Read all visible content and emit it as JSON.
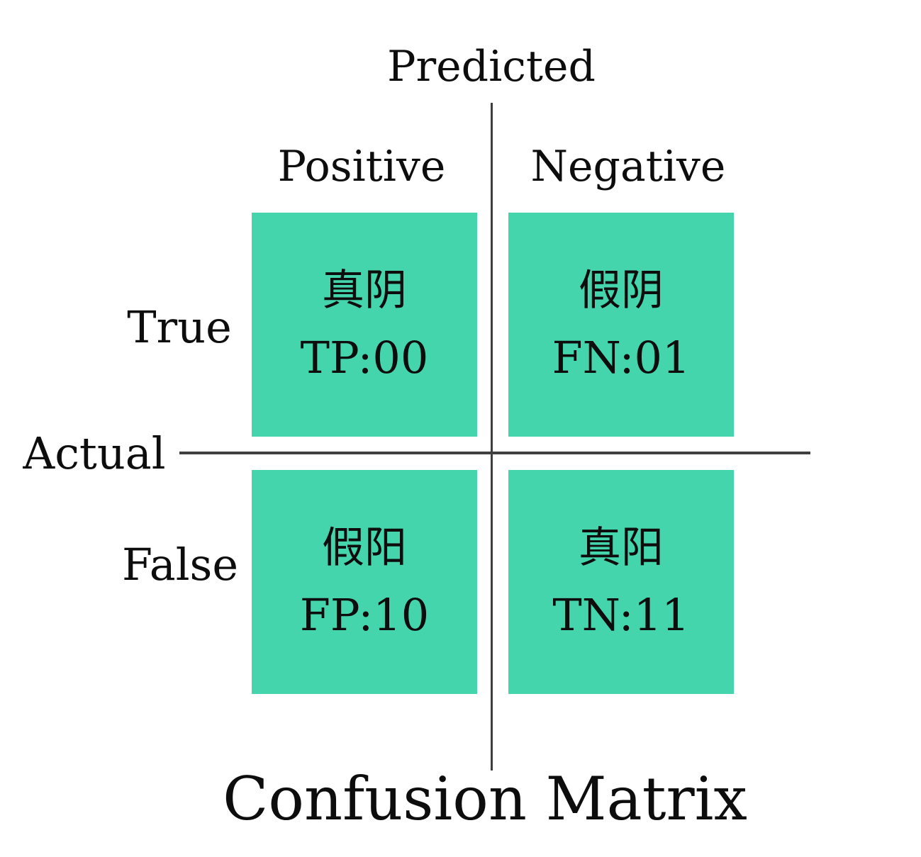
{
  "title": "Confusion Matrix",
  "axis_labels": {
    "predicted": "Predicted",
    "actual": "Actual"
  },
  "column_headers": [
    "Positive",
    "Negative"
  ],
  "row_headers": [
    "True",
    "False"
  ],
  "cells": [
    {
      "position": "top-left",
      "label_cn": "真阴",
      "label_code": "TP:00"
    },
    {
      "position": "top-right",
      "label_cn": "假阴",
      "label_code": "FN:01"
    },
    {
      "position": "bottom-left",
      "label_cn": "假阳",
      "label_code": "FP:10"
    },
    {
      "position": "bottom-right",
      "label_cn": "真阳",
      "label_code": "TN:11"
    }
  ],
  "colors": {
    "cell_fill": "#45d5ac",
    "axis_line": "#3f3f3f",
    "text": "#0d0d0d"
  }
}
